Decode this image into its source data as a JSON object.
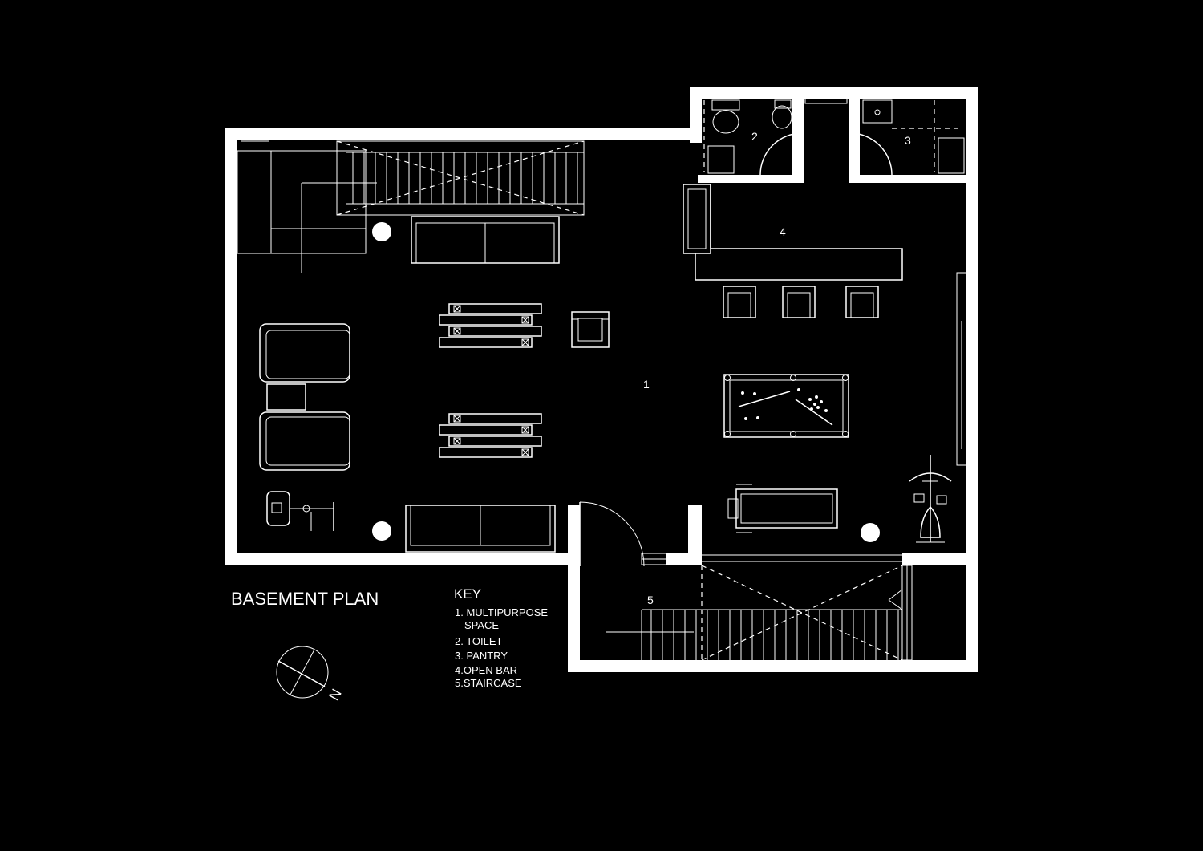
{
  "title": "BASEMENT PLAN",
  "key": {
    "heading": "KEY",
    "items": [
      "1. MULTIPURPOSE",
      "SPACE",
      "2. TOILET",
      "3. PANTRY",
      "4.OPEN BAR",
      "5.STAIRCASE"
    ]
  },
  "room_numbers": {
    "multipurpose": "1",
    "toilet": "2",
    "pantry": "3",
    "open_bar": "4",
    "staircase": "5"
  },
  "north_label": "N",
  "colors": {
    "background": "#000000",
    "lines": "#ffffff"
  }
}
